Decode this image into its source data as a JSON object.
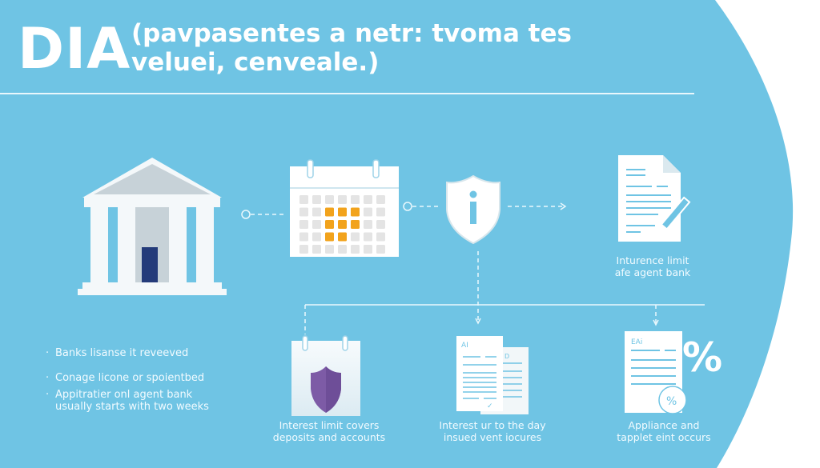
{
  "colors": {
    "background_blue": "#6fc4e4",
    "white": "#ffffff",
    "calendar_highlight": "#f2a31c",
    "calendar_cell": "#e4e4e4",
    "shield_purple": "#7d5ba6",
    "door_navy": "#243b7a",
    "roof_gray": "#c7d2d8"
  },
  "header": {
    "title_abbr": "DIA",
    "title_line1": "(pavpasentes a netr: tvoma tes",
    "title_line2": "veluei, cenveale.)"
  },
  "top_flow": {
    "nodes": [
      {
        "id": "bank",
        "icon": "bank-building-icon"
      },
      {
        "id": "calendar",
        "icon": "calendar-icon"
      },
      {
        "id": "shield",
        "icon": "info-shield-icon"
      },
      {
        "id": "document",
        "icon": "document-pen-icon",
        "caption_line1": "Inturence limit",
        "caption_line2": "afe agent bank"
      }
    ]
  },
  "bullets": [
    {
      "text": "Banks lisanse it reveeved"
    },
    {
      "text": "Conage licone or spoientbed"
    },
    {
      "text": "Appitratier onl agent bank",
      "text2": "usually starts with two weeks"
    }
  ],
  "bottom_cards": [
    {
      "icon": "purple-shield-card-icon",
      "caption_line1": "Interest limit covers",
      "caption_line2": "deposits and accounts"
    },
    {
      "icon": "two-documents-icon",
      "doc_label_front": "AI",
      "doc_label_back": "D",
      "caption_line1": "Interest ur to the day",
      "caption_line2": "insued vent iocures"
    },
    {
      "icon": "percent-document-icon",
      "doc_label": "EAi",
      "badge": "%",
      "big_symbol": "%",
      "caption_line1": "Appliance and",
      "caption_line2": "tapplet eint occurs"
    }
  ]
}
